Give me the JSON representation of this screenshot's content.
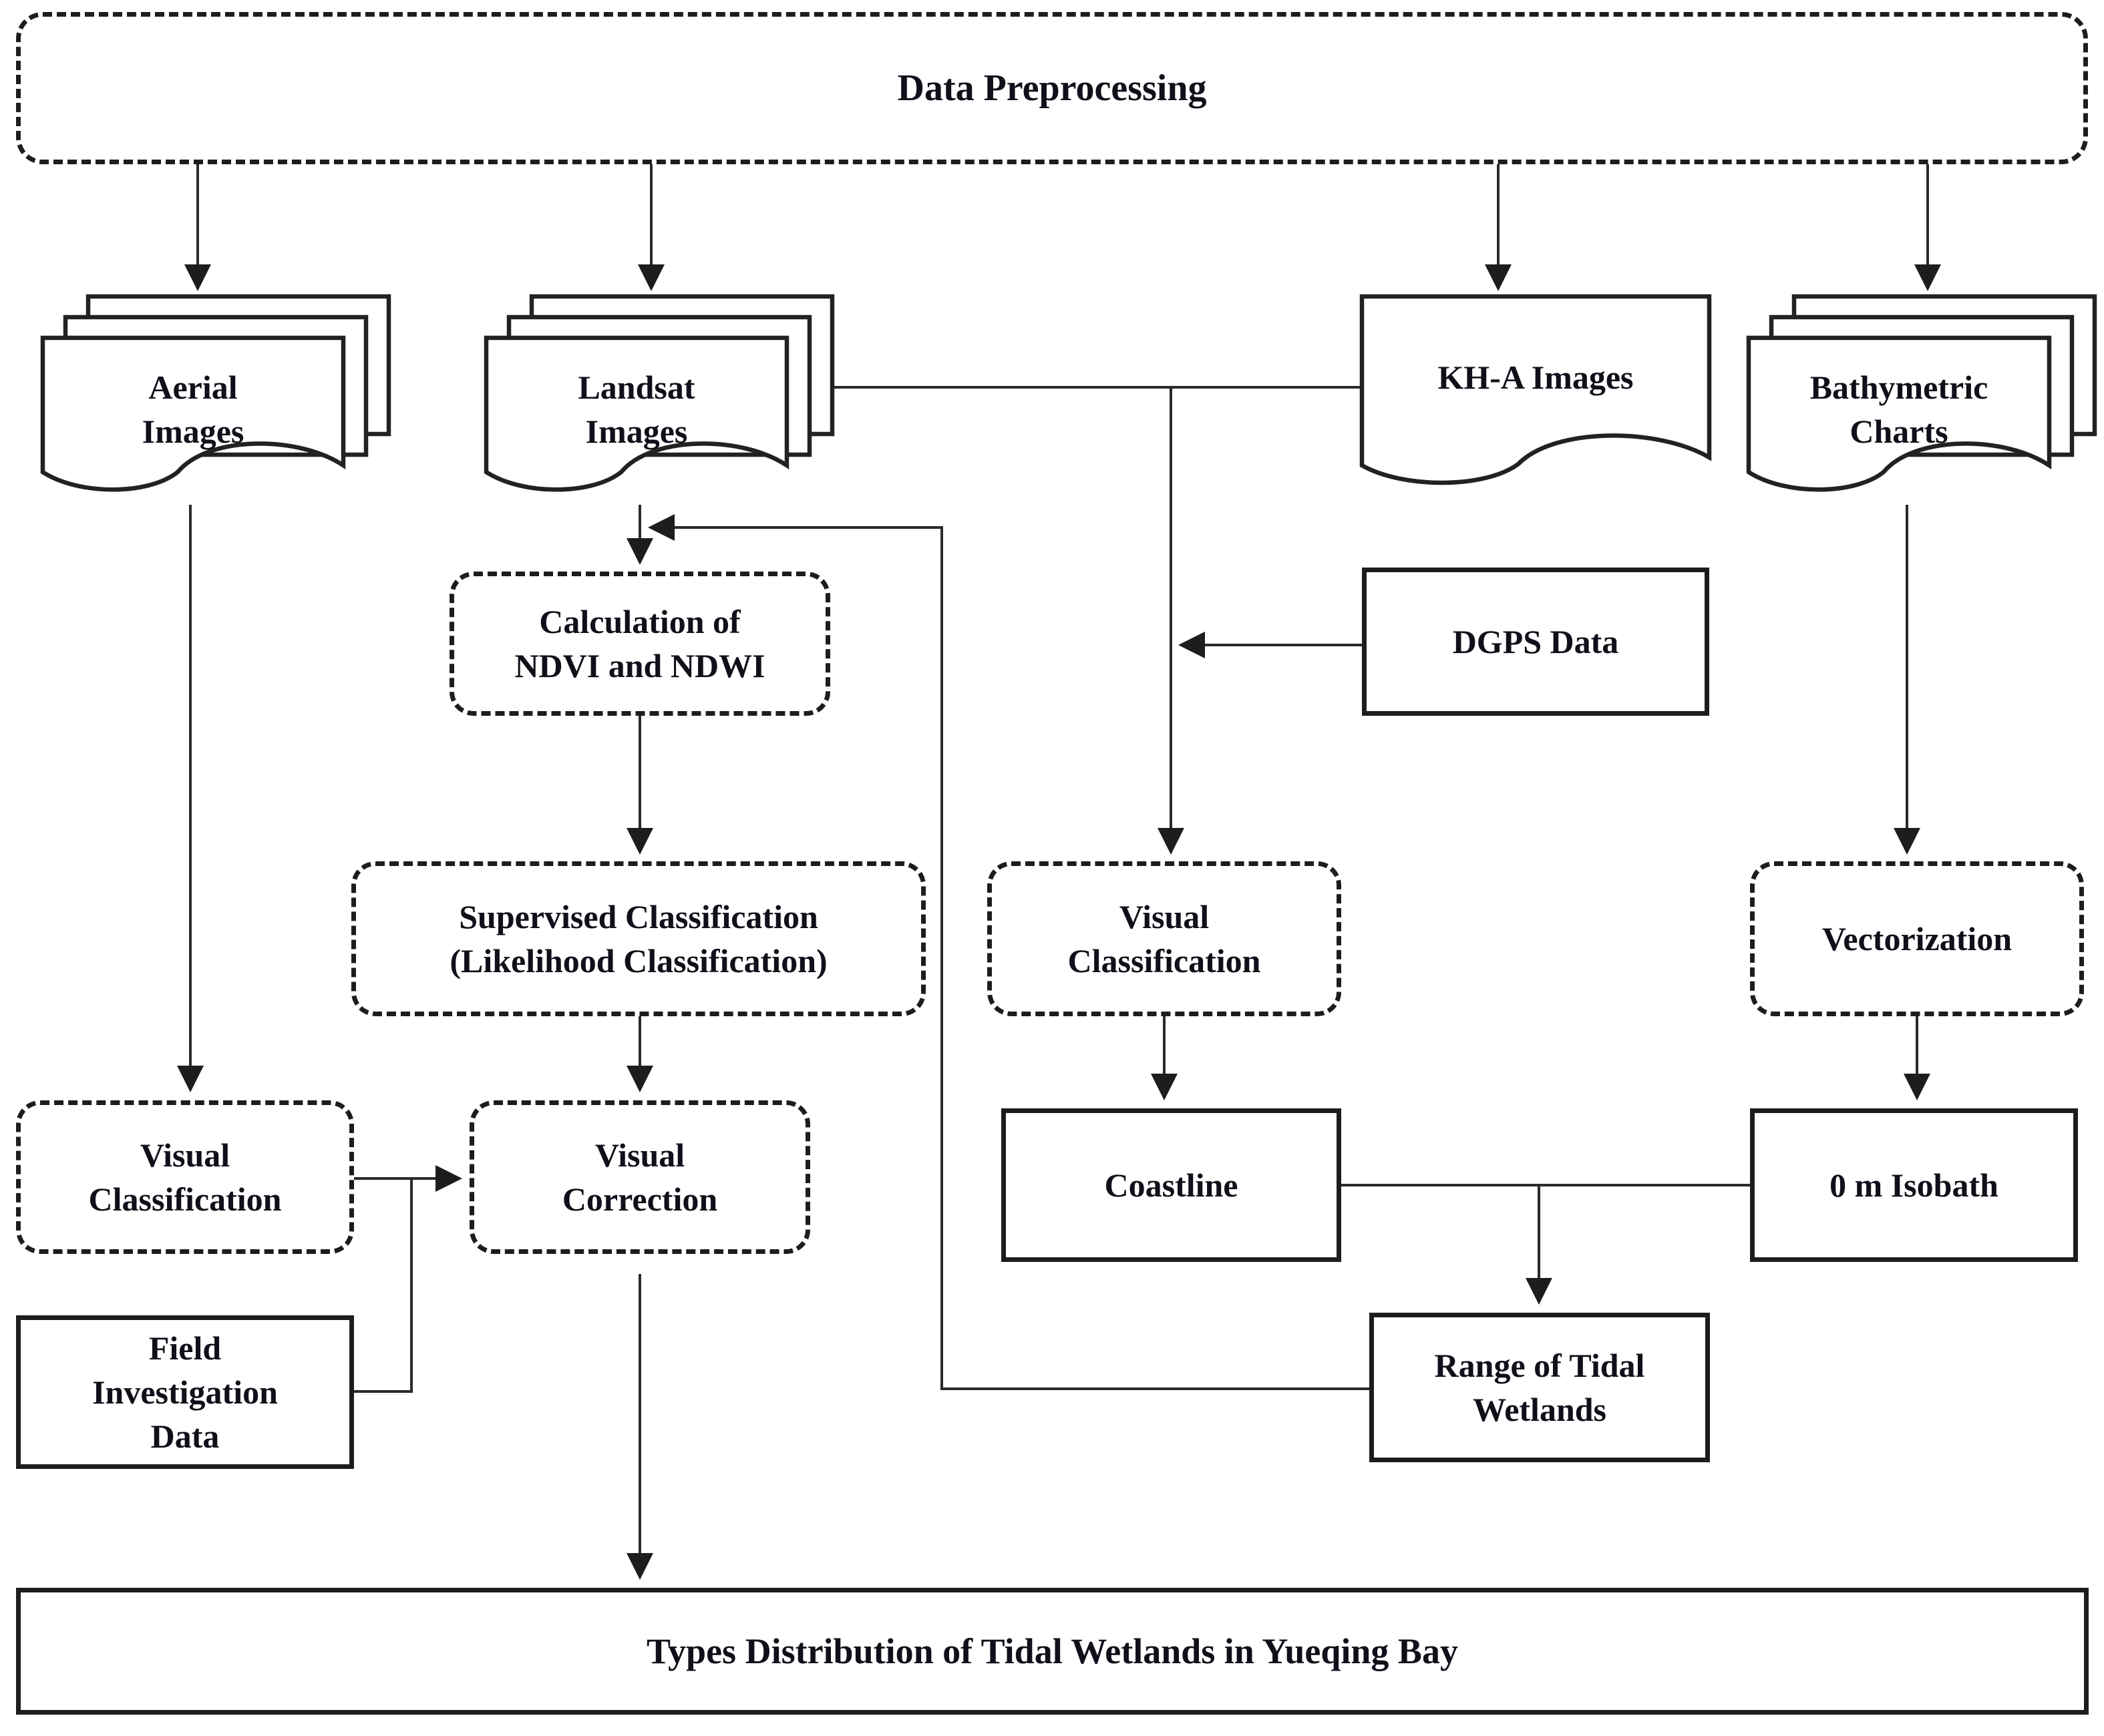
{
  "diagram": {
    "colors": {
      "background": "#ffffff",
      "line": "#2a2a2a",
      "text": "#10101a"
    },
    "title": {
      "label": "Data Preprocessing"
    },
    "nodes": {
      "aerial_images": {
        "line1": "Aerial",
        "line2": "Images"
      },
      "landsat_images": {
        "line1": "Landsat",
        "line2": "Images"
      },
      "kh_a_images": {
        "label": "KH-A Images"
      },
      "bathymetric_charts": {
        "line1": "Bathymetric",
        "line2": "Charts"
      },
      "dgps_data": {
        "label": "DGPS Data"
      },
      "calculation_ndvi_ndwi": {
        "line1": "Calculation of",
        "line2": "NDVI and NDWI"
      },
      "supervised_classification": {
        "line1": "Supervised Classification",
        "line2": "(Likelihood Classification)"
      },
      "visual_classification_mid": {
        "line1": "Visual",
        "line2": "Classification"
      },
      "vectorization": {
        "label": "Vectorization"
      },
      "visual_classification_left": {
        "line1": "Visual",
        "line2": "Classification"
      },
      "visual_correction": {
        "line1": "Visual",
        "line2": "Correction"
      },
      "coastline": {
        "label": "Coastline"
      },
      "isobath": {
        "label": "0 m Isobath"
      },
      "field_investigation": {
        "line1": "Field",
        "line2": "Investigation",
        "line3": "Data"
      },
      "range_tidal_wetlands": {
        "line1": "Range of Tidal",
        "line2": "Wetlands"
      },
      "final_output": {
        "label": "Types Distribution of Tidal Wetlands in Yueqing Bay"
      }
    }
  }
}
